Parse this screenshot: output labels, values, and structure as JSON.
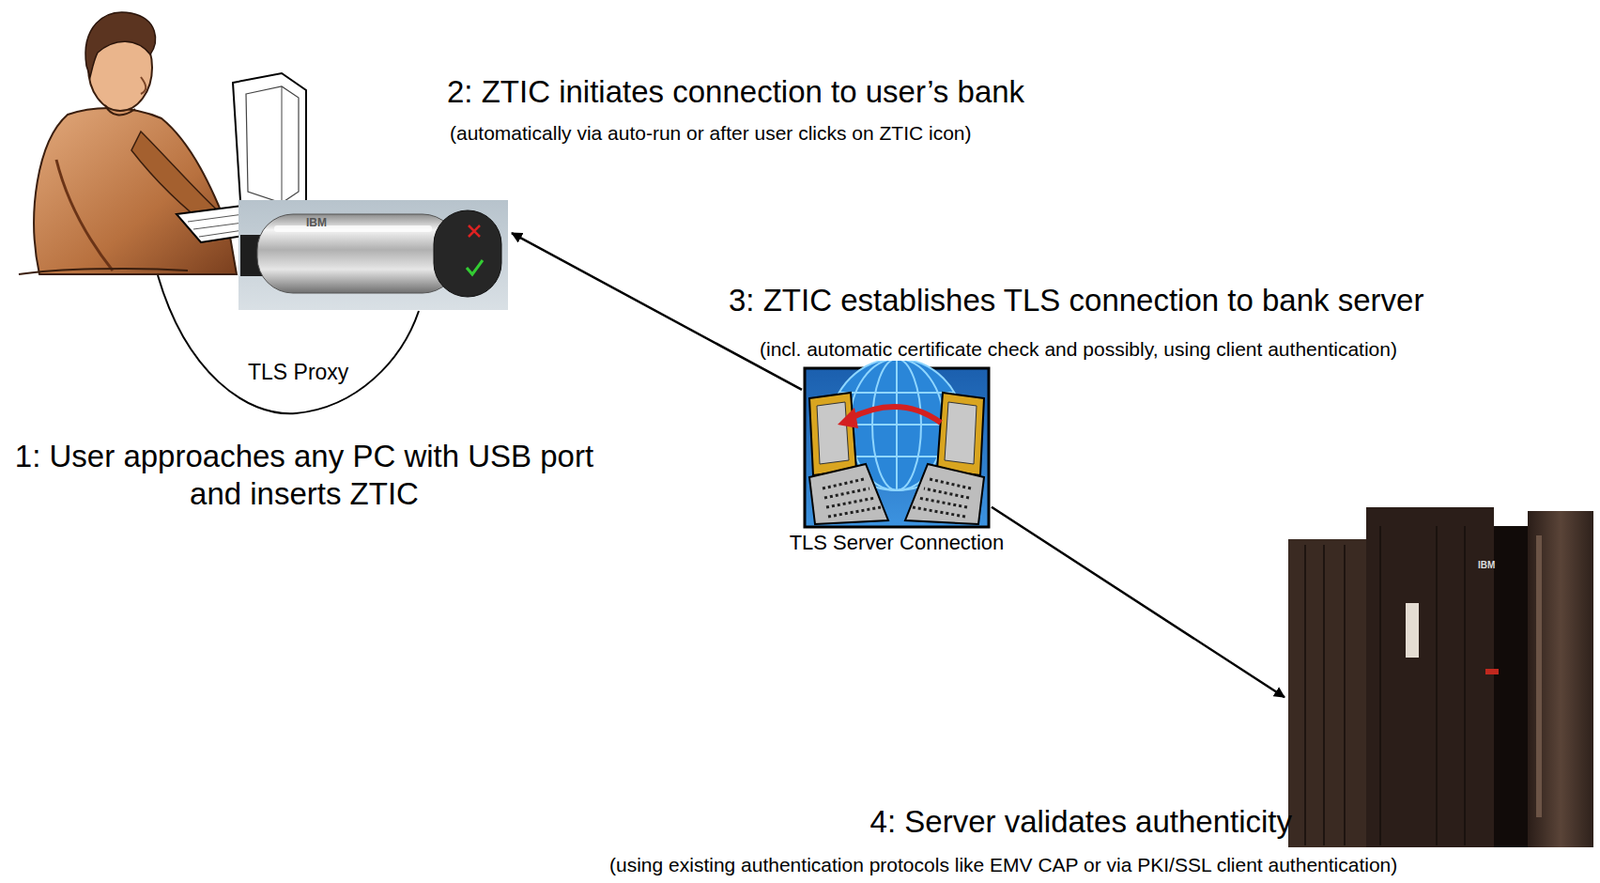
{
  "diagram": {
    "nodes": [
      {
        "text": [
          "1: User approaches any PC with USB port and inserts ZTIC"
        ]
      },
      {
        "text": [
          "TLS Server Connection"
        ]
      },
      {
        "text": [
          "4: Server validates authenticity",
          "(using existing authentication protocols like EMV CAP or via PKI/SSL client authentication)"
        ]
      }
    ],
    "edges": [
      {
        "from": 1,
        "to": 0,
        "arrow": "to"
      },
      {
        "from": 1,
        "to": 2,
        "arrow": "to"
      }
    ],
    "labels": [
      "2: ZTIC initiates connection to user’s bank",
      "(automatically via auto-run or after user clicks on ZTIC icon)",
      "3: ZTIC establishes TLS connection to bank server",
      "(incl. automatic certificate check and possibly, using client authentication)",
      "TLS Proxy",
      "IBM",
      "IBM"
    ]
  }
}
